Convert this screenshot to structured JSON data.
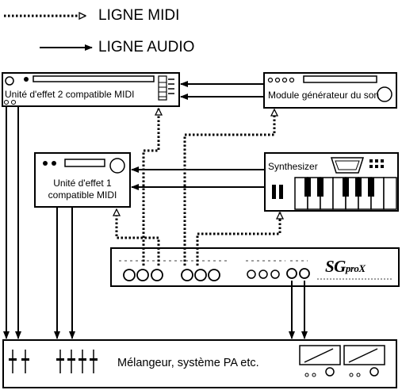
{
  "legend": {
    "midi_line": "LIGNE MIDI",
    "audio_line": "LIGNE AUDIO"
  },
  "devices": {
    "effect_unit_2": "Unité d'effet 2 compatible MIDI",
    "sound_module": "Module générateur du son",
    "effect_unit_1_line1": "Unité d'effet 1",
    "effect_unit_1_line2": "compatible MIDI",
    "synthesizer": "Synthesizer",
    "sg_logo": "SG",
    "sg_logo_suffix": "proX",
    "mixer": "Mélangeur, système PA etc."
  }
}
